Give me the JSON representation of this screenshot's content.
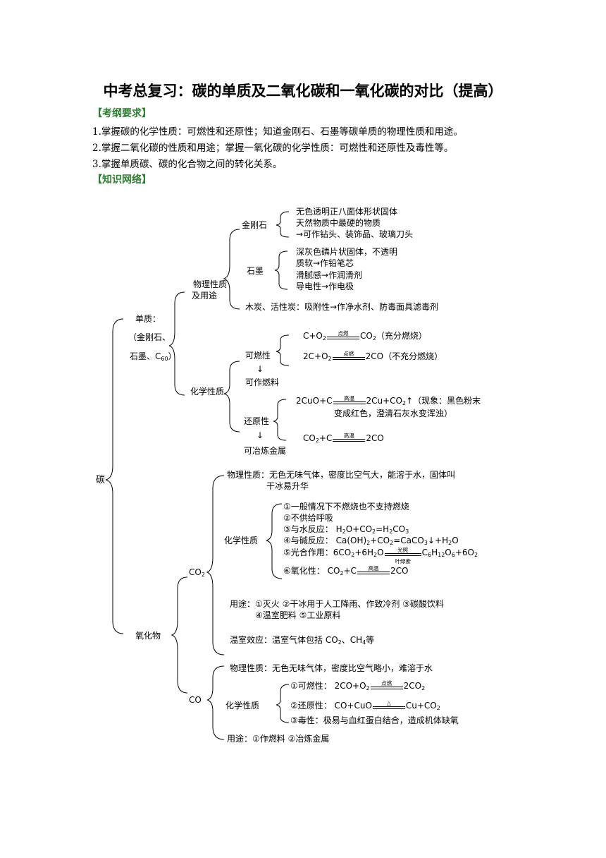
{
  "title": "中考总复习：碳的单质及二氧化碳和一氧化碳的对比（提高）",
  "sections": {
    "requirements": "【考纲要求】",
    "network": "【知识网络】"
  },
  "requirements": [
    "1.掌握碳的化学性质：可燃性和还原性；知道金刚石、石墨等碳单质的物理性质和用途。",
    "2.掌握二氧化碳的性质和用途；掌握一氧化碳的化学性质：可燃性和还原性及毒性等。",
    "3.掌握单质碳、碳的化合物之间的转化关系。"
  ],
  "diagram": {
    "root": "碳",
    "elemental": {
      "label1": "单质：",
      "label2": "（金刚石、",
      "label3a": "石墨、C",
      "label3sub": "60",
      "label3b": "）"
    },
    "phys": {
      "label1": "物理性质",
      "label2": "及用途",
      "diamond": {
        "name": "金刚石",
        "lines": [
          "无色透明正八面体形状固体",
          "天然物质中最硬的物质",
          "→可作钻头、装饰品、玻璃刀头"
        ]
      },
      "graphite": {
        "name": "石墨",
        "lines": [
          "深灰色磷片状固体，不透明",
          "质软→作铅笔芯",
          "滑腻感→作润滑剂",
          "导电性→作电极"
        ]
      },
      "charcoal": "木炭、活性炭：吸附性→作净水剂、防毒面具滤毒剂"
    },
    "chem": {
      "label": "化学性质",
      "flammability": "可燃性",
      "flam_arrow": "↓",
      "flam_use": "可作燃料",
      "eq1": {
        "lhs": "C+O",
        "cond": "点燃",
        "rhs": "CO",
        "note": "（充分燃烧）"
      },
      "eq2": {
        "lhs": "2C+O",
        "cond": "点燃",
        "rhs": "2CO",
        "note": "（不充分燃烧）"
      },
      "reducibility": "还原性",
      "red_arrow": "↓",
      "red_use": "可冶炼金属",
      "eq3": {
        "lhs": "2CuO+C",
        "cond": "高温",
        "rhs": "2Cu+CO",
        "note": "↑（现象：黑色粉末",
        "note2": "变成红色，澄清石灰水变浑浊）"
      },
      "eq4": {
        "lhs": "CO",
        "lhs2": "+C",
        "cond": "高温",
        "rhs": "2CO"
      }
    },
    "oxide": {
      "label": "氧化物",
      "co2": {
        "label": "CO",
        "label_sub": "2",
        "phys1": "物理性质：无色无味气体，密度比空气大，能溶于水，固体叫",
        "phys2": "干冰易升华",
        "chem_label": "化学性质",
        "c1": "①一般情况下不燃烧也不支持燃烧",
        "c2": "②不供给呼吸",
        "c3": "③与水反应：",
        "c4": "④与碱反应：",
        "c5": "⑤光合作用：",
        "c5_cond_top": "光照",
        "c5_cond_bottom": "叶绿素",
        "c6": "⑥氧化性：",
        "c6_cond": "高温",
        "use1": "用途：①灭火  ②干冰用于人工降雨、作致冷剂  ③碳酸饮料",
        "use2": "④温室肥料  ⑤工业原料",
        "green": "温室效应：温室气体包括 CO",
        "green_sub1": "2",
        "green_mid": "、CH",
        "green_sub2": "4",
        "green_end": "等"
      },
      "co": {
        "label": "CO",
        "phys": "物理性质：无色无味气体，密度比空气略小，难溶于水",
        "chem_label": "化学性质",
        "c1": "①可燃性：",
        "c1_cond": "点燃",
        "c2": "②还原性：",
        "c2_cond": "△",
        "c3": "③毒性：极易与血红蛋白结合，造成机体缺氧",
        "use": "用途：①作燃料   ②冶炼金属"
      }
    }
  }
}
